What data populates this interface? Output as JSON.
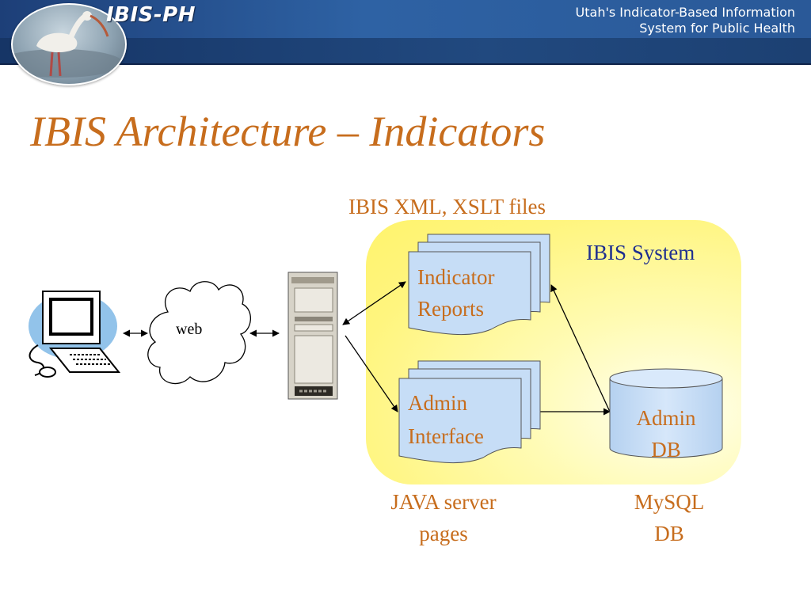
{
  "header": {
    "app_name": "IBIS-PH",
    "subtitle_line1": "Utah's Indicator-Based Information",
    "subtitle_line2": "System for Public Health"
  },
  "slide": {
    "title": "IBIS Architecture – Indicators"
  },
  "diagram": {
    "cloud_label": "web",
    "files_label": "IBIS XML, XSLT files",
    "system_label": "IBIS System",
    "indicator_reports": {
      "line1": "Indicator",
      "line2": "Reports"
    },
    "admin_interface": {
      "line1": "Admin",
      "line2": "Interface"
    },
    "admin_db": {
      "line1": "Admin",
      "line2": "DB"
    },
    "java_caption": {
      "line1": "JAVA server",
      "line2": "pages"
    },
    "mysql_caption": {
      "line1": "MySQL",
      "line2": "DB"
    }
  },
  "colors": {
    "banner": "#2e62a4",
    "title": "#c76d1d",
    "system_label": "#1f2f8f",
    "system_panel": "#fff57e",
    "doc_fill": "#c6ddf6",
    "doc_text": "#c76d1d"
  },
  "icons": [
    "ibis-bird-logo",
    "computer-icon",
    "web-cloud",
    "server-tower-icon"
  ]
}
